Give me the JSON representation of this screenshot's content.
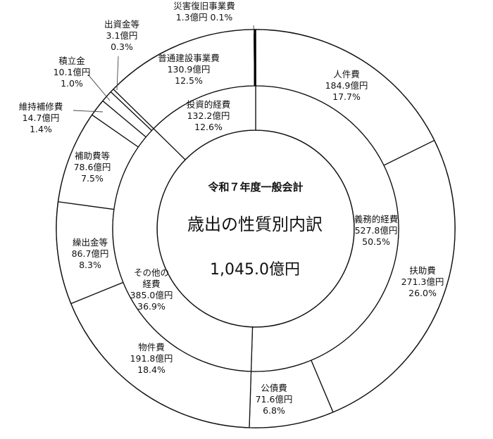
{
  "chart_data": {
    "type": "pie",
    "center": {
      "heading": "令和７年度一般会計",
      "title": "歳出の性質別内訳",
      "total": "1,045.0億円"
    },
    "total_oku_yen": 1045.0,
    "inner_ring": [
      {
        "name": "義務的経費",
        "value": 527.8,
        "value_text": "527.8億円",
        "percent": "50.5%"
      },
      {
        "name": "その他の経費",
        "name_lines": [
          "その他の",
          "経費"
        ],
        "value": 385.0,
        "value_text": "385.0億円",
        "percent": "36.9%"
      },
      {
        "name": "投資的経費",
        "value": 132.2,
        "value_text": "132.2億円",
        "percent": "12.6%"
      }
    ],
    "outer_ring": [
      {
        "name": "人件費",
        "value": 184.9,
        "value_text": "184.9億円",
        "percent": "17.7%"
      },
      {
        "name": "扶助費",
        "value": 271.3,
        "value_text": "271.3億円",
        "percent": "26.0%"
      },
      {
        "name": "公債費",
        "value": 71.6,
        "value_text": "71.6億円",
        "percent": "6.8%"
      },
      {
        "name": "物件費",
        "value": 191.8,
        "value_text": "191.8億円",
        "percent": "18.4%"
      },
      {
        "name": "繰出金等",
        "value": 86.7,
        "value_text": "86.7億円",
        "percent": "8.3%"
      },
      {
        "name": "補助費等",
        "value": 78.6,
        "value_text": "78.6億円",
        "percent": "7.5%"
      },
      {
        "name": "維持補修費",
        "value": 14.7,
        "value_text": "14.7億円",
        "percent": "1.4%"
      },
      {
        "name": "積立金",
        "value": 10.1,
        "value_text": "10.1億円",
        "percent": "1.0%"
      },
      {
        "name": "出資金等",
        "value": 3.1,
        "value_text": "3.1億円",
        "percent": "0.3%"
      },
      {
        "name": "普通建設事業費",
        "value": 130.9,
        "value_text": "130.9億円",
        "percent": "12.5%"
      },
      {
        "name": "災害復旧事業費",
        "value": 1.3,
        "value_text": "1.3億円",
        "percent": "0.1%",
        "single_line": "1.3億円  0.1%"
      }
    ]
  }
}
